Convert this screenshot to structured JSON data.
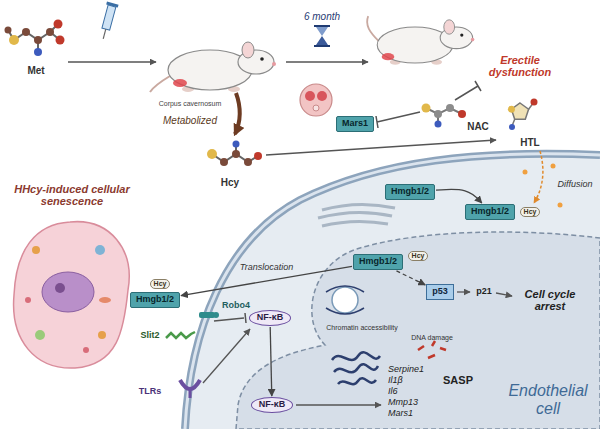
{
  "diagram": {
    "nodes": [
      {
        "text": [
          "Mars1"
        ]
      },
      {
        "text": [
          "Hmgb1/2"
        ]
      },
      {
        "text": [
          "Hmgb1/2"
        ]
      },
      {
        "text": [
          "Hcy"
        ]
      },
      {
        "text": [
          "Hmgb1/2"
        ]
      },
      {
        "text": [
          "Hcy"
        ]
      },
      {
        "text": [
          "Hmgb1/2"
        ]
      },
      {
        "text": [
          "Hcy"
        ]
      },
      {
        "text": [
          "p53"
        ]
      },
      {
        "text": [
          "NF-κB"
        ]
      },
      {
        "text": [
          "NF-κB"
        ]
      }
    ],
    "edges": [
      {
        "from": 1,
        "to": 2,
        "arrow": "to"
      },
      {
        "from": 4,
        "to": 6,
        "label": "Translocation",
        "arrow": "to"
      },
      {
        "from": 4,
        "to": 8,
        "arrow": "to"
      },
      {
        "from": 9,
        "to": 10,
        "arrow": "to"
      }
    ],
    "labels": [
      "Met",
      "6 month",
      "Corpus cavernosum",
      "Erectile dysfunction",
      "Metabolized",
      "Hcy",
      "NAC",
      "HTL",
      "HHcy-induced cellular senescence",
      "Diffusion",
      "Slit2",
      "Robo4",
      "TLRs",
      "p21",
      "Cell cycle arrest",
      "Chromatin accessibility",
      "DNA damage",
      "SASP",
      "Serpine1",
      "Il1β",
      "Il6",
      "Mmp13",
      "Mars1",
      "Endothelial cell"
    ]
  }
}
